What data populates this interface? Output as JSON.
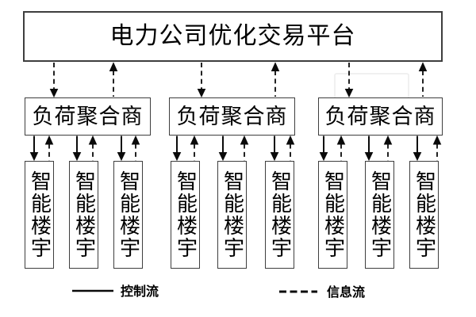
{
  "diagram": {
    "platform": {
      "label": "电力公司优化交易平台"
    },
    "aggregators": [
      {
        "label": "负荷聚合商"
      },
      {
        "label": "负荷聚合商"
      },
      {
        "label": "负荷聚合商"
      }
    ],
    "buildings": [
      {
        "label": "智能楼宇"
      },
      {
        "label": "智能楼宇"
      },
      {
        "label": "智能楼宇"
      },
      {
        "label": "智能楼宇"
      },
      {
        "label": "智能楼宇"
      },
      {
        "label": "智能楼宇"
      },
      {
        "label": "智能楼宇"
      },
      {
        "label": "智能楼宇"
      },
      {
        "label": "智能楼宇"
      }
    ],
    "connections": {
      "platform_aggregator": {
        "downstream": "dashed",
        "upstream": "dashed"
      },
      "aggregator_building": {
        "downstream": "solid",
        "upstream": "dashed"
      }
    }
  },
  "legend": {
    "control_flow": {
      "label": "控制流",
      "line_style": "solid"
    },
    "info_flow": {
      "label": "信息流",
      "line_style": "dashed"
    }
  },
  "colors": {
    "line": "#0a0a0a",
    "box_border": "#3e3e3e",
    "background": "#ffffff"
  }
}
